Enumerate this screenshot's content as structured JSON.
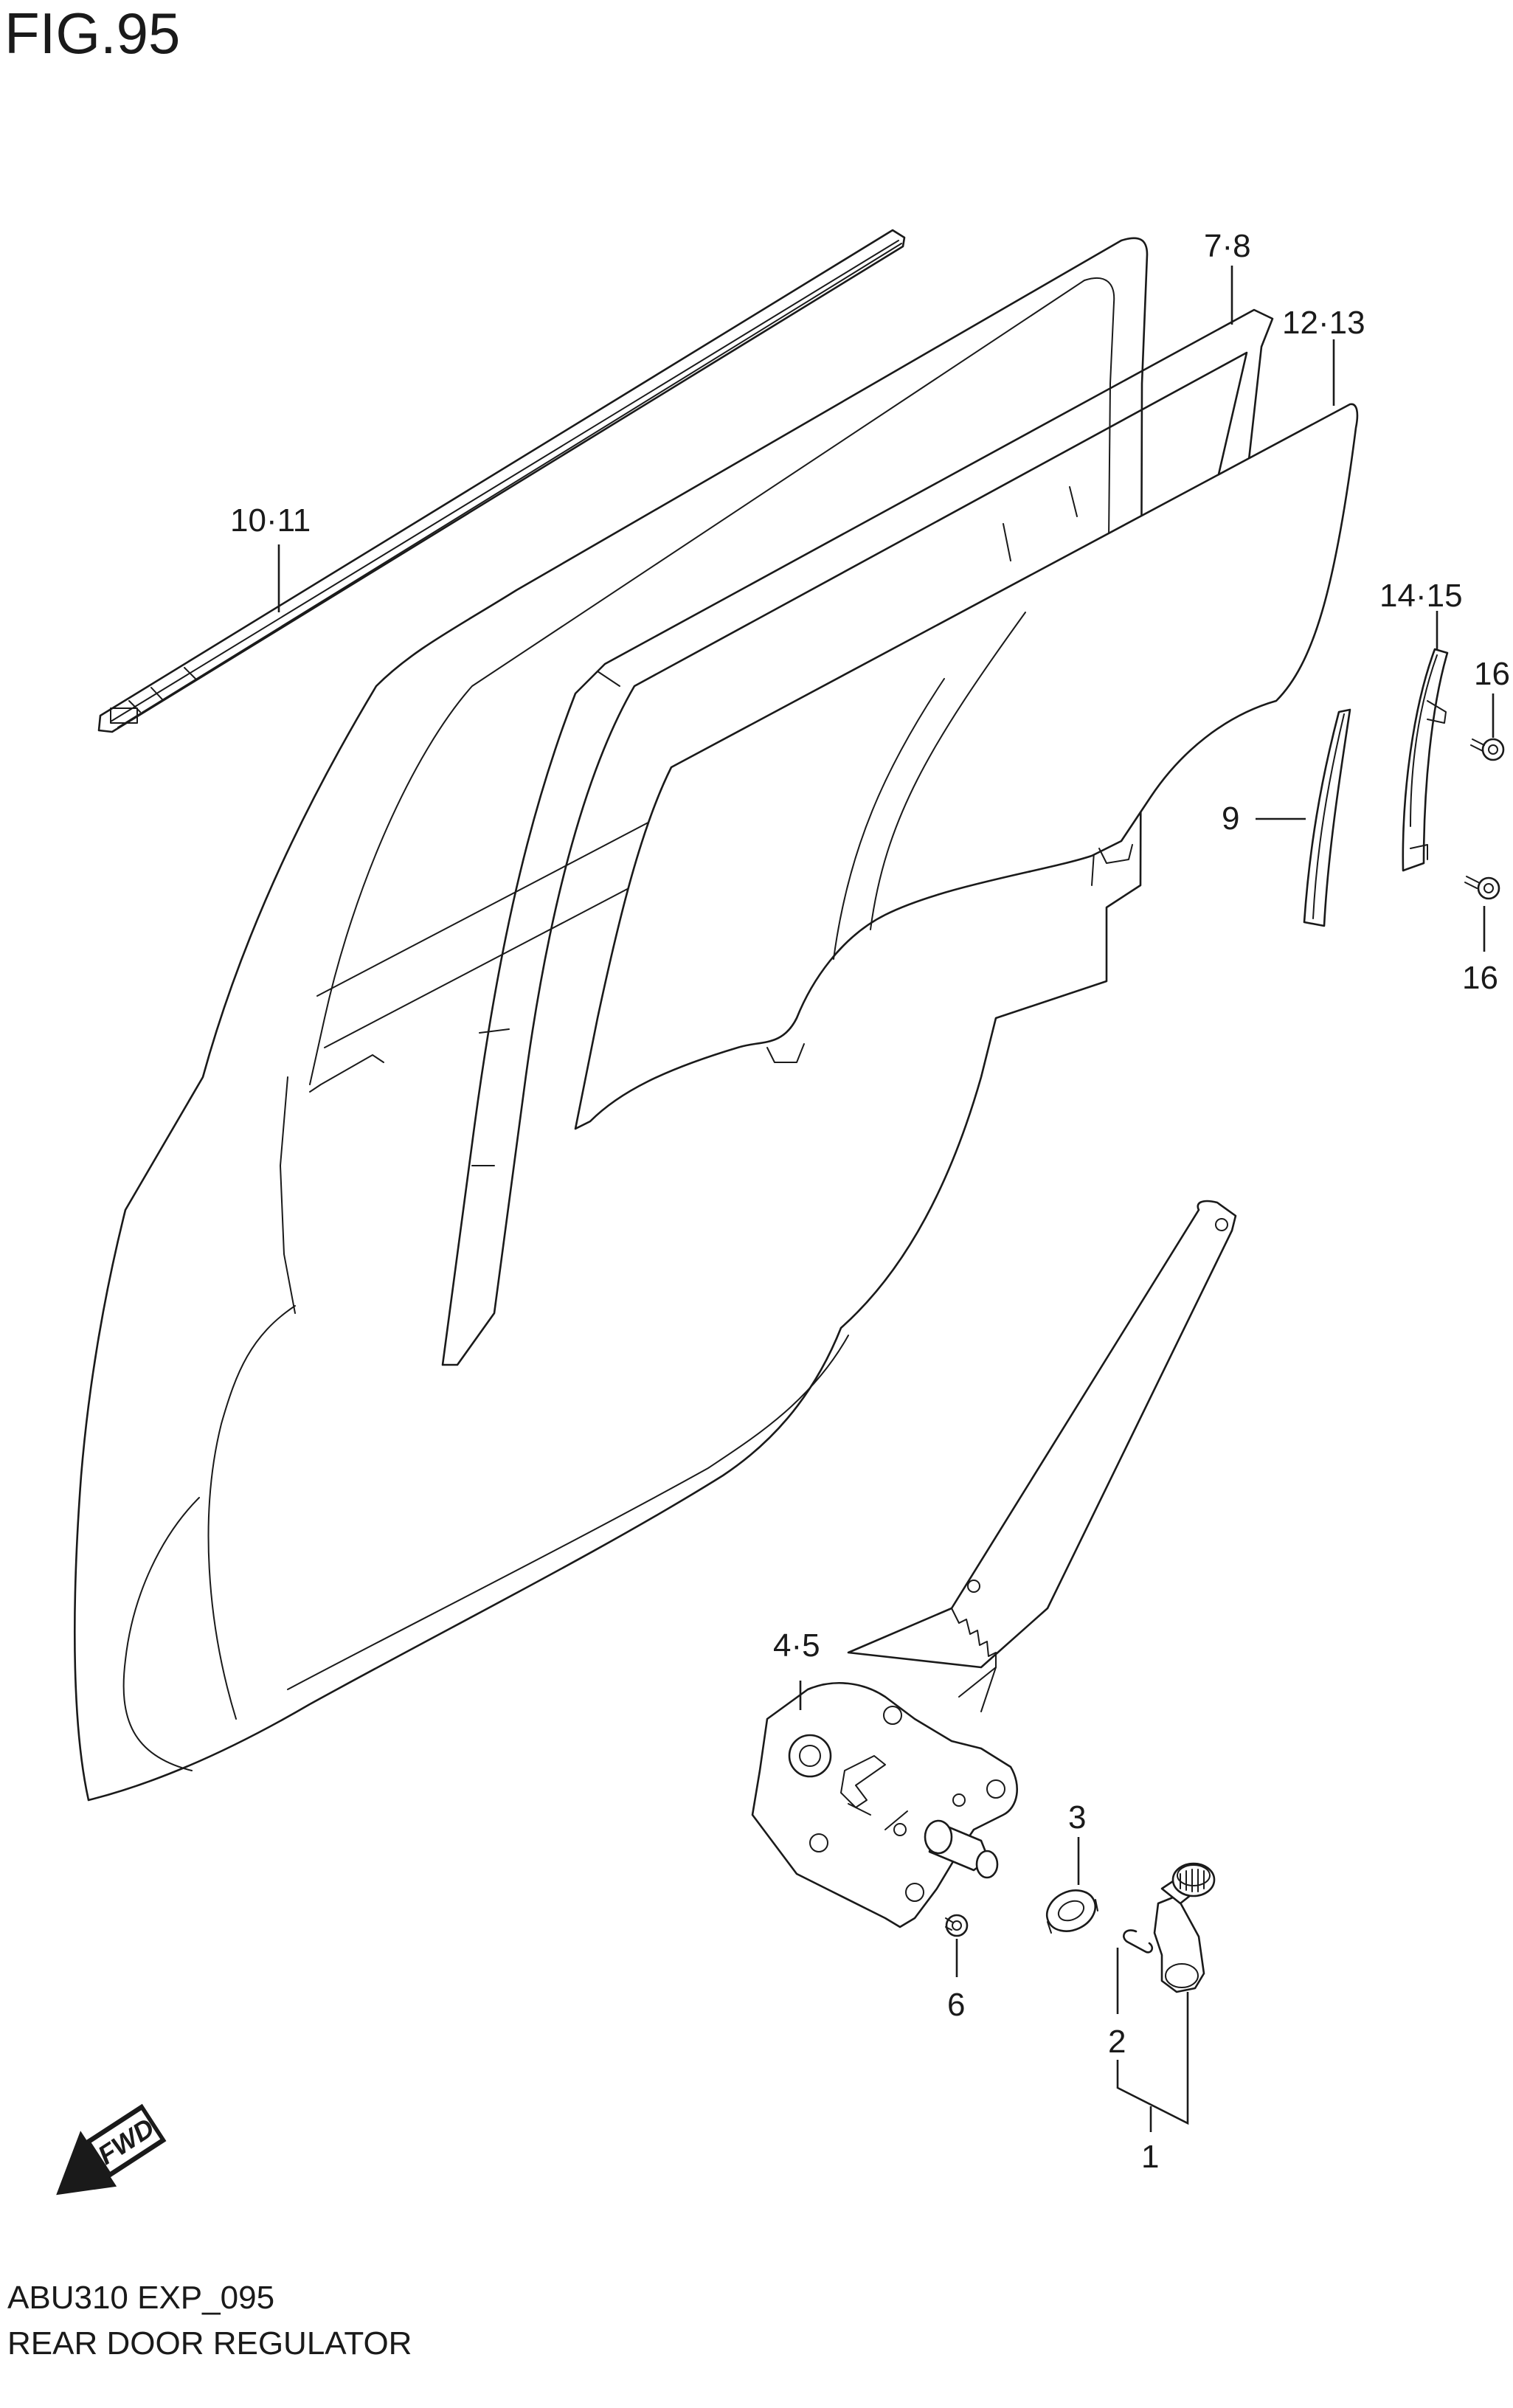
{
  "figure": {
    "title": "FIG.95"
  },
  "callouts": {
    "c1": "1",
    "c2": "2",
    "c3": "3",
    "c4_5": "4·5",
    "c6": "6",
    "c7_8": "7·8",
    "c9": "9",
    "c10_11": "10·11",
    "c12_13": "12·13",
    "c14_15": "14·15",
    "c16a": "16",
    "c16b": "16"
  },
  "fwd_badge": {
    "label": "FWD"
  },
  "footer": {
    "code": "ABU310 EXP_095",
    "name": "REAR DOOR REGULATOR"
  },
  "colors": {
    "ink": "#1a1a1a",
    "paper": "#ffffff"
  }
}
